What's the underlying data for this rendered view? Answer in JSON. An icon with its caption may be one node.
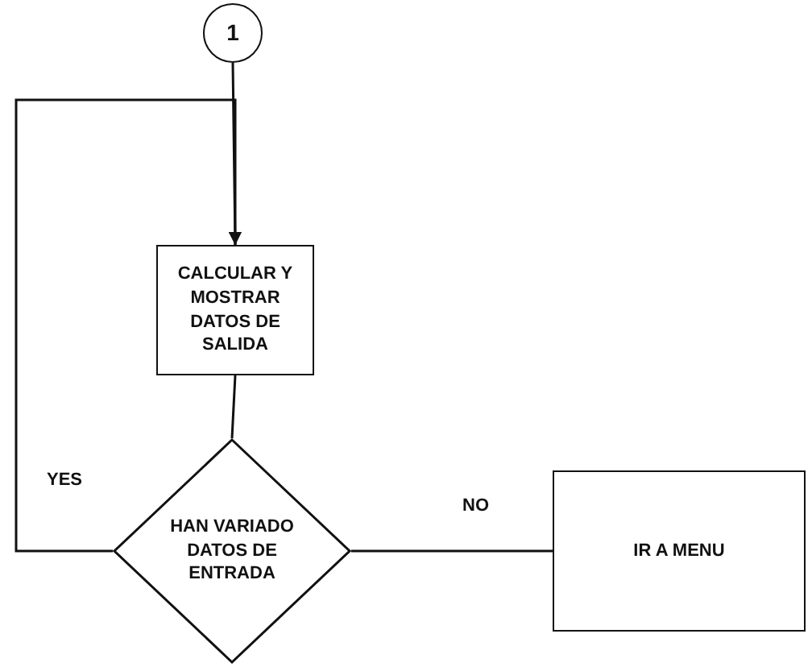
{
  "diagram": {
    "nodes": [
      {
        "text": [
          "1"
        ]
      },
      {
        "text": [
          "CALCULAR Y MOSTRAR DATOS DE SALIDA"
        ]
      },
      {
        "text": [
          "HAN VARIADO DATOS DE ENTRADA"
        ]
      },
      {
        "text": [
          "IR A MENU"
        ]
      }
    ],
    "edges": [
      {
        "from": 0,
        "to": 1,
        "arrow": "to"
      },
      {
        "from": 2,
        "to": 1,
        "arrow": "to",
        "label": "YES"
      },
      {
        "from": 1,
        "to": 2,
        "arrow": "none"
      },
      {
        "from": 2,
        "to": 3,
        "arrow": "none",
        "label": "NO"
      }
    ]
  }
}
